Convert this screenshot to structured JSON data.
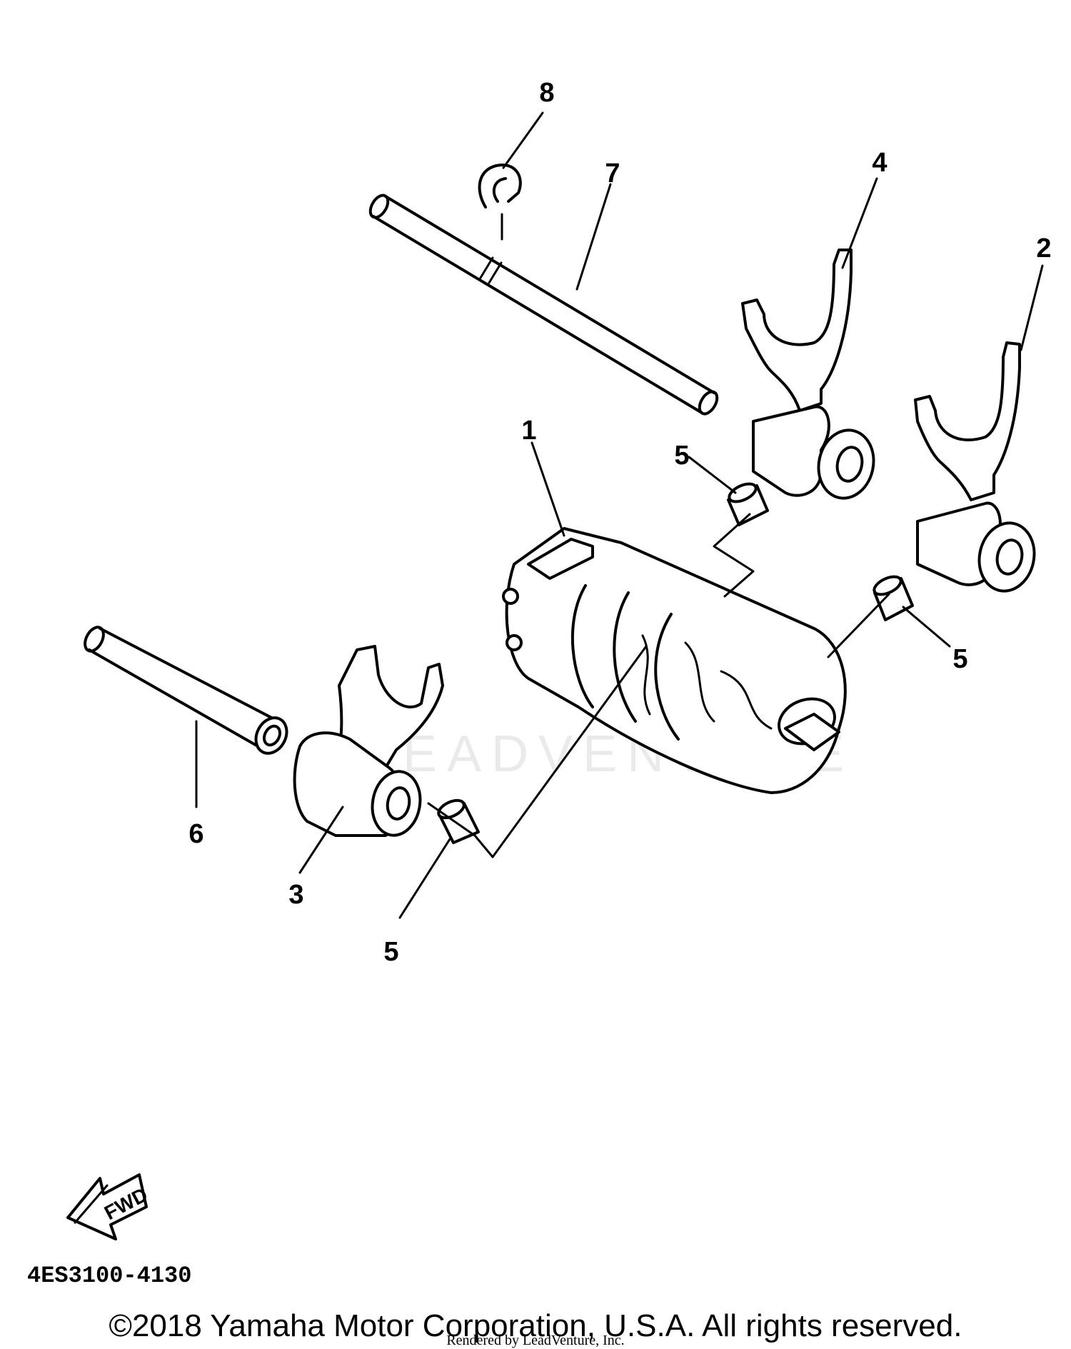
{
  "diagram": {
    "callouts": [
      "1",
      "2",
      "3",
      "4",
      "5",
      "5",
      "5",
      "6",
      "7",
      "8"
    ],
    "fwd_label": "FWD",
    "part_code": "4ES3100-4130",
    "watermark": "LEADVENTURE"
  },
  "footer": {
    "copyright": "©2018 Yamaha Motor Corporation, U.S.A. All rights reserved.",
    "rendered_by": "Rendered by LeadVenture, Inc."
  }
}
